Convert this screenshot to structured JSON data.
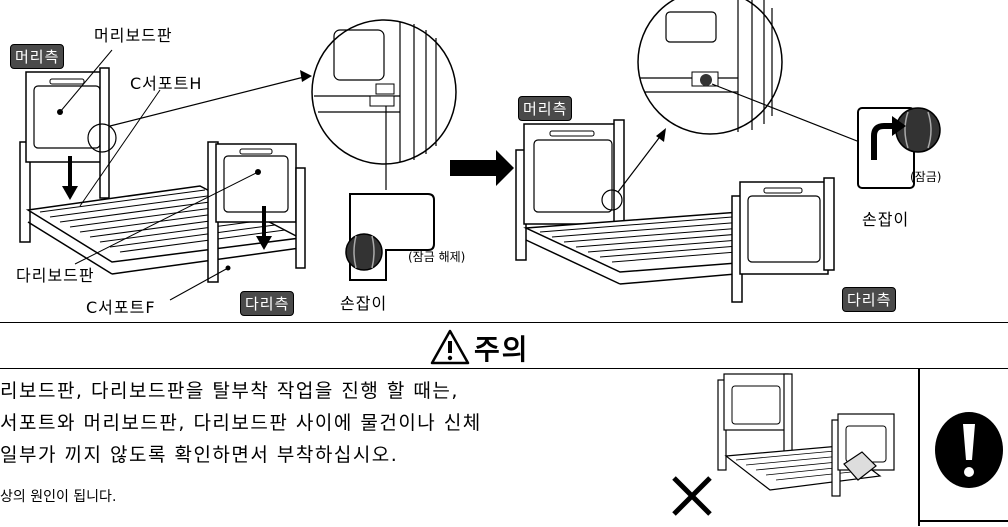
{
  "labels": {
    "headboard": "머리보드판",
    "head_side_left": "머리측",
    "c_support_h": "C서포트H",
    "footboard": "다리보드판",
    "c_support_f": "C서포트F",
    "foot_side_left": "다리측",
    "unlock": "(잠금 해제)",
    "handle_left": "손잡이",
    "head_side_right": "머리측",
    "lock": "(잠금)",
    "handle_right": "손잡이",
    "foot_side_right": "다리측"
  },
  "caution": {
    "title": "주의",
    "line1": "리보드판, 다리보드판을 탈부착 작업을 진행 할 때는,",
    "line2": "서포트와 머리보드판, 다리보드판 사이에 물건이나 신체",
    "line3": " 일부가 끼지 않도록 확인하면서 부착하십시오.",
    "line4": "상의 원인이 됩니다."
  },
  "icons": [
    "warning-triangle-icon",
    "cross-mark-icon",
    "mandatory-exclamation-icon",
    "arrow-right-icon",
    "turn-arrow-icon"
  ]
}
